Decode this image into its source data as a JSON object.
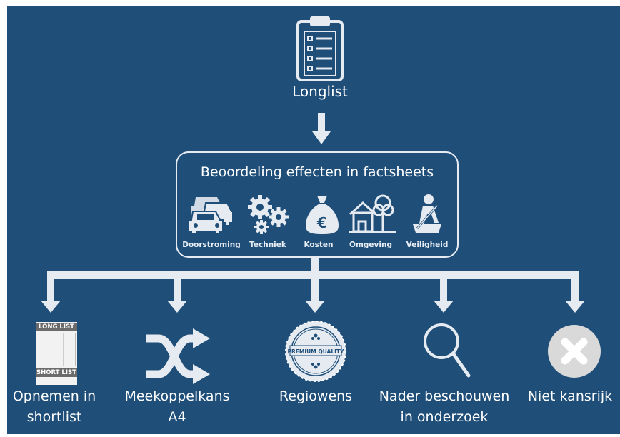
{
  "top": {
    "icon": "clipboard-list-icon",
    "label": "Longlist"
  },
  "evaluation": {
    "title": "Beoordeling effecten in factsheets",
    "criteria": [
      {
        "icon": "cars-traffic-icon",
        "label": "Doorstroming"
      },
      {
        "icon": "gears-icon",
        "label": "Techniek"
      },
      {
        "icon": "money-bag-euro-icon",
        "label": "Kosten"
      },
      {
        "icon": "house-tree-icon",
        "label": "Omgeving"
      },
      {
        "icon": "seatbelt-person-icon",
        "label": "Veiligheid"
      }
    ]
  },
  "outcomes": [
    {
      "icon": "long-short-list-icon",
      "label": "Opnemen in shortlist",
      "line1": "Opnemen in",
      "line2": "shortlist"
    },
    {
      "icon": "shuffle-arrows-icon",
      "label": "Meekoppelkans A4",
      "line1": "Meekoppelkans",
      "line2": "A4"
    },
    {
      "icon": "premium-quality-seal-icon",
      "label": "Regiowens",
      "line1": "Regiowens",
      "line2": ""
    },
    {
      "icon": "magnifier-icon",
      "label": "Nader beschouwen in onderzoek",
      "line1": "Nader beschouwen",
      "line2": "in onderzoek"
    },
    {
      "icon": "x-circle-icon",
      "label": "Niet kansrijk",
      "line1": "Niet kansrijk",
      "line2": ""
    }
  ],
  "icon_texts": {
    "long_list": "LONG LIST",
    "short_list": "SHORT LIST",
    "premium_quality": "PREMIUM QUALITY"
  },
  "colors": {
    "background": "#1f4e79",
    "foreground": "#e6ebf1",
    "arrow": "#e6ebf1",
    "x_circle": "#d9d9d9"
  }
}
